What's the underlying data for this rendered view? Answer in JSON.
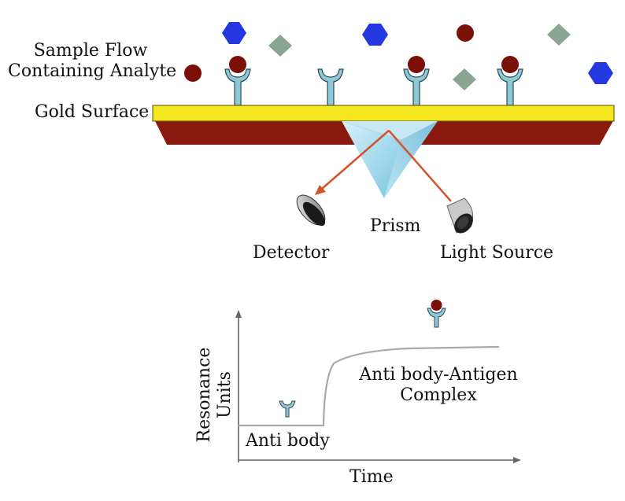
{
  "labels": {
    "sample_flow_line1": "Sample Flow",
    "sample_flow_line2": "Containing Analyte",
    "gold_surface": "Gold Surface",
    "prism": "Prism",
    "detector": "Detector",
    "light_source": "Light Source"
  },
  "graph": {
    "ylabel_line1": "Resonance",
    "ylabel_line2": "Units",
    "xlabel": "Time",
    "baseline_label": "Anti body",
    "complex_label_line1": "Anti body-Antigen",
    "complex_label_line2": "Complex"
  },
  "colors": {
    "gold": "#f4e61f",
    "gold_base": "#8a1a10",
    "antibody": "#8cc8d6",
    "antigen": "#7a1008",
    "hexagon": "#2437e0",
    "diamond": "#8aa594",
    "beam": "#d2542a",
    "prism": "#a9dcef",
    "curve": "#a8aaa8",
    "axis": "#555555"
  }
}
